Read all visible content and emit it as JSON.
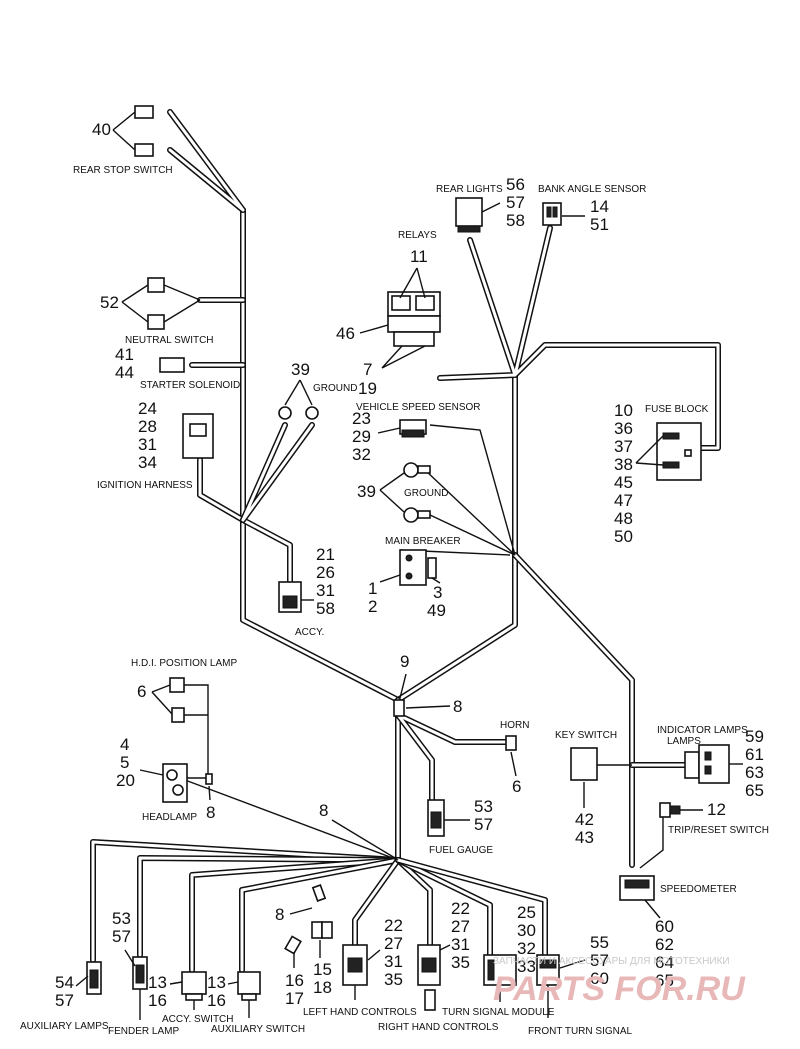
{
  "components": {
    "rear_stop_switch": {
      "label": "REAR STOP SWITCH",
      "refs": [
        "40"
      ]
    },
    "neutral_switch": {
      "label": "NEUTRAL SWITCH",
      "refs": [
        "52"
      ]
    },
    "starter_solenoid": {
      "label": "STARTER SOLENOID",
      "refs": [
        "41",
        "44"
      ]
    },
    "ground_top": {
      "label": "GROUND",
      "refs": [
        "39"
      ]
    },
    "ignition_harness": {
      "label": "IGNITION HARNESS",
      "refs": [
        "24",
        "28",
        "31",
        "34"
      ]
    },
    "rear_lights": {
      "label": "REAR LIGHTS",
      "refs": [
        "56",
        "57",
        "58"
      ]
    },
    "bank_angle_sensor": {
      "label": "BANK ANGLE SENSOR",
      "refs": [
        "14",
        "51"
      ]
    },
    "relays": {
      "label": "RELAYS",
      "refs": [
        "11",
        "46",
        "7",
        "19"
      ]
    },
    "vehicle_speed_sensor": {
      "label": "VEHICLE SPEED SENSOR",
      "refs": [
        "23",
        "29",
        "32"
      ]
    },
    "fuse_block": {
      "label": "FUSE BLOCK",
      "refs": [
        "10",
        "36",
        "37",
        "38",
        "45",
        "47",
        "48",
        "50"
      ]
    },
    "ground_mid": {
      "label": "GROUND",
      "refs": [
        "39"
      ]
    },
    "main_breaker": {
      "label": "MAIN BREAKER",
      "refs": [
        "1",
        "2",
        "3",
        "49"
      ]
    },
    "accy": {
      "label": "ACCY.",
      "refs": [
        "21",
        "26",
        "31",
        "58"
      ]
    },
    "hdi_position_lamp": {
      "label": "H.D.I. POSITION LAMP",
      "refs": [
        "6"
      ]
    },
    "junction_9": {
      "refs": [
        "9",
        "8"
      ]
    },
    "horn": {
      "label": "HORN",
      "refs": [
        "6"
      ]
    },
    "headlamp": {
      "label": "HEADLAMP",
      "refs": [
        "4",
        "5",
        "20",
        "8"
      ]
    },
    "fuel_gauge": {
      "label": "FUEL GAUGE",
      "refs": [
        "53",
        "57"
      ]
    },
    "key_switch": {
      "label": "KEY SWITCH",
      "refs": [
        "42",
        "43"
      ]
    },
    "indicator_lamps": {
      "label": "INDICATOR LAMPS",
      "refs": [
        "59",
        "61",
        "63",
        "65"
      ]
    },
    "trip_reset_switch": {
      "label": "TRIP/RESET SWITCH",
      "refs": [
        "12"
      ]
    },
    "speedometer": {
      "label": "SPEEDOMETER",
      "refs": [
        "60",
        "62",
        "64",
        "65"
      ]
    },
    "lower_junction": {
      "refs": [
        "8"
      ]
    },
    "auxiliary_lamps": {
      "label": "AUXILIARY LAMPS",
      "refs": [
        "54",
        "57"
      ]
    },
    "fender_lamp": {
      "label": "FENDER LAMP",
      "refs": [
        "53",
        "57"
      ]
    },
    "accy_switch": {
      "label": "ACCY. SWITCH",
      "refs": [
        "13",
        "16"
      ]
    },
    "auxiliary_switch": {
      "label": "AUXILIARY SWITCH",
      "refs": [
        "13",
        "16"
      ]
    },
    "splice_16_17": {
      "refs": [
        "16",
        "17"
      ]
    },
    "splice_15_18": {
      "refs": [
        "15",
        "18"
      ]
    },
    "splice_8_low": {
      "refs": [
        "8"
      ]
    },
    "left_hand_controls": {
      "label": "LEFT HAND CONTROLS",
      "refs": [
        "22",
        "27",
        "31",
        "35"
      ]
    },
    "right_hand_controls": {
      "label": "RIGHT HAND CONTROLS",
      "refs": [
        "22",
        "27",
        "31",
        "35"
      ]
    },
    "turn_signal_module": {
      "label": "TURN SIGNAL MODULE",
      "refs": [
        "25",
        "30",
        "32",
        "33"
      ]
    },
    "front_turn_signal": {
      "label": "FRONT TURN SIGNAL",
      "refs": [
        "55",
        "57",
        "60"
      ]
    }
  },
  "watermark": {
    "text": "ЗАПЧАСТИ И АКСЕССУАРЫ ДЛЯ МОТОТЕХНИКИ",
    "logo": "PARTS FOR.RU"
  }
}
